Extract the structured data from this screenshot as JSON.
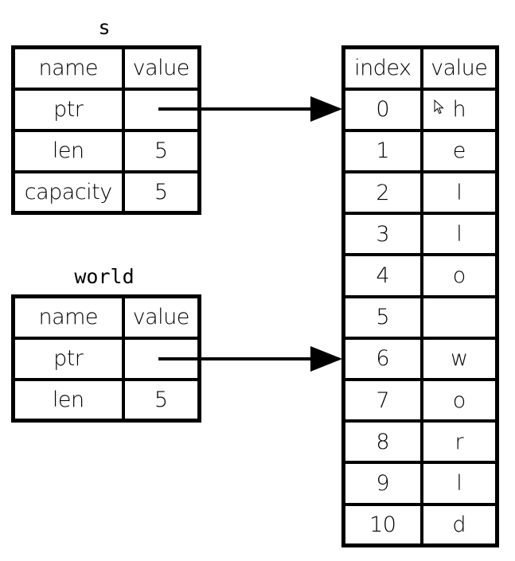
{
  "variables": [
    {
      "name": "s",
      "headers": [
        "name",
        "value"
      ],
      "rows": [
        {
          "name": "ptr",
          "value": ""
        },
        {
          "name": "len",
          "value": "5"
        },
        {
          "name": "capacity",
          "value": "5"
        }
      ]
    },
    {
      "name": "world",
      "headers": [
        "name",
        "value"
      ],
      "rows": [
        {
          "name": "ptr",
          "value": ""
        },
        {
          "name": "len",
          "value": "5"
        }
      ]
    }
  ],
  "heap": {
    "headers": [
      "index",
      "value"
    ],
    "rows": [
      {
        "index": "0",
        "value": "h"
      },
      {
        "index": "1",
        "value": "e"
      },
      {
        "index": "2",
        "value": "l"
      },
      {
        "index": "3",
        "value": "l"
      },
      {
        "index": "4",
        "value": "o"
      },
      {
        "index": "5",
        "value": ""
      },
      {
        "index": "6",
        "value": "w"
      },
      {
        "index": "7",
        "value": "o"
      },
      {
        "index": "8",
        "value": "r"
      },
      {
        "index": "9",
        "value": "l"
      },
      {
        "index": "10",
        "value": "d"
      }
    ]
  },
  "arrows": [
    {
      "from": "s.ptr",
      "to_index": 0
    },
    {
      "from": "world.ptr",
      "to_index": 6
    }
  ],
  "colors": {
    "line": "#000000",
    "background": "#ffffff"
  }
}
